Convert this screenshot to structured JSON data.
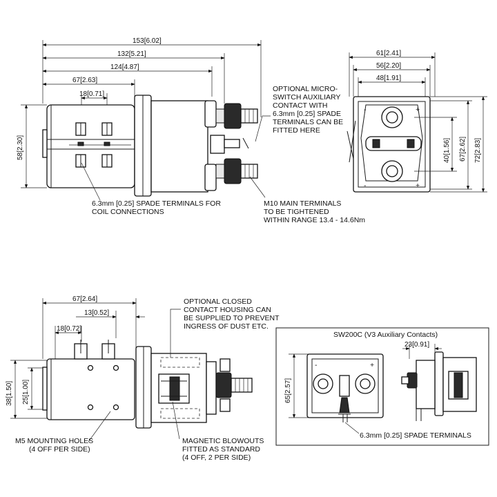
{
  "top_front": {
    "dims": {
      "overall": "153",
      "overall_in": "6.02",
      "d132": "132",
      "d132_in": "5.21",
      "d124": "124",
      "d124_in": "4.87",
      "d67": "67",
      "d67_in": "2.63",
      "d18": "18",
      "d18_in": "0.71",
      "height": "58",
      "height_in": "2.30"
    },
    "notes": {
      "spade_1": "6.3mm [0.25] SPADE TERMINALS FOR",
      "spade_2": "COIL CONNECTIONS",
      "aux_1": "OPTIONAL MICRO-",
      "aux_2": "SWITCH AUXILIARY",
      "aux_3": "CONTACT WITH",
      "aux_4": "6.3mm [0.25] SPADE",
      "aux_5": "TERMINALS CAN BE",
      "aux_6": "FITTED HERE",
      "m10_1": "M10 MAIN TERMINALS",
      "m10_2": "TO BE TIGHTENED",
      "m10_3": "WITHIN RANGE 13.4 - 14.6Nm"
    }
  },
  "top_end": {
    "dims": {
      "w61": "61",
      "w61_in": "2.41",
      "w56": "56",
      "w56_in": "2.20",
      "w48": "48",
      "w48_in": "1.91",
      "h40": "40",
      "h40_in": "1.56",
      "h67": "67",
      "h67_in": "2.62",
      "h72": "72",
      "h72_in": "2.83"
    }
  },
  "bottom_side": {
    "dims": {
      "d67": "67",
      "d67_in": "2.64",
      "d13": "13",
      "d13_in": "0.52",
      "d18": "18",
      "d18_in": "0.72",
      "h38": "38",
      "h38_in": "1.50",
      "h25": "25",
      "h25_in": "1.00"
    },
    "notes": {
      "housing_1": "OPTIONAL CLOSED",
      "housing_2": "CONTACT HOUSING CAN",
      "housing_3": "BE SUPPLIED TO PREVENT",
      "housing_4": "INGRESS OF DUST ETC.",
      "mount_1": "M5 MOUNTING HOLES",
      "mount_2": "(4 OFF PER SIDE)",
      "blow_1": "MAGNETIC BLOWOUTS",
      "blow_2": "FITTED AS STANDARD",
      "blow_3": "(4 OFF, 2 PER SIDE)"
    }
  },
  "variant_box": {
    "title": "SW200C (V3 Auxiliary Contacts)",
    "dims": {
      "h65": "65",
      "h65_in": "2.57",
      "w23": "23",
      "w23_in": "0.91"
    },
    "notes": {
      "spade": "6.3mm [0.25] SPADE TERMINALS"
    }
  },
  "symbols": {
    "plus": "+",
    "minus": "-"
  }
}
